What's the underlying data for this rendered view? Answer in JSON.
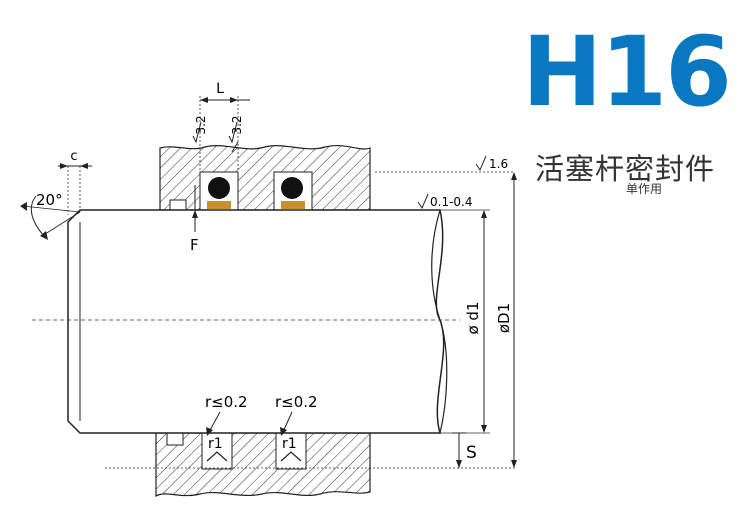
{
  "title": {
    "code": "H16",
    "name": "活塞杆密封件",
    "subname": "单作用"
  },
  "colors": {
    "brand": "#0a78c0",
    "seal_ring": "#111111",
    "seal_base": "#c8932e",
    "hatch": "#333333"
  },
  "dimensions": {
    "groove_width": "L",
    "chamfer_length": "c",
    "chamfer_angle": "20°",
    "gap_label": "F",
    "radial_section": "S",
    "rod_diameter": "ø d1",
    "groove_diameter": "øD1",
    "corner_radius": "r1",
    "corner_radius_limit": "r≤0.2"
  },
  "surface_finish": {
    "groove_flank": "3.2",
    "groove_bottom": "1.6",
    "rod_surface": "0.1-0.4"
  }
}
